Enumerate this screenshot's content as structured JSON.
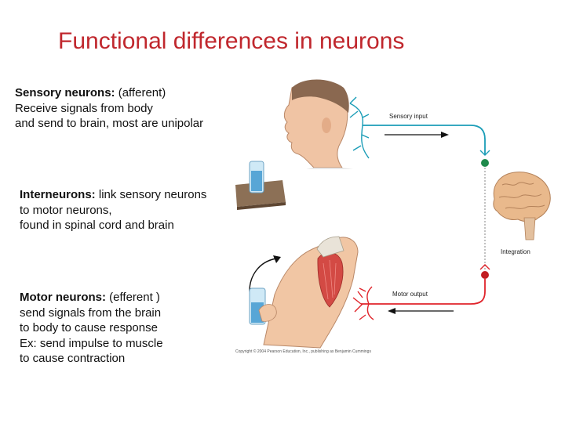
{
  "title": "Functional differences in neurons",
  "sections": {
    "sensory": {
      "heading": "Sensory neurons:",
      "rest": " (afferent)",
      "line2": "Receive signals from body",
      "line3": "and send to brain, most are unipolar"
    },
    "inter": {
      "heading": "Interneurons:",
      "rest": " link sensory neurons",
      "line2": "to motor neurons,",
      "line3": "found in spinal cord and brain"
    },
    "motor": {
      "heading": "Motor neurons:",
      "rest": " (efferent )",
      "line2": "send signals from the brain",
      "line3": "to body to cause response",
      "line4": "Ex: send impulse to muscle",
      "line5": "to cause contraction"
    }
  },
  "figure": {
    "sensory_input_label": "Sensory input",
    "motor_output_label": "Motor output",
    "integration_label": "Integration",
    "credit": "Copyright © 2004 Pearson Education, Inc., publishing as Benjamin Cummings",
    "colors": {
      "sensory": "#1b9db7",
      "motor": "#e0242b",
      "title": "#c0272d",
      "green_node": "#1f8a4c",
      "red_node": "#c21d22"
    }
  }
}
